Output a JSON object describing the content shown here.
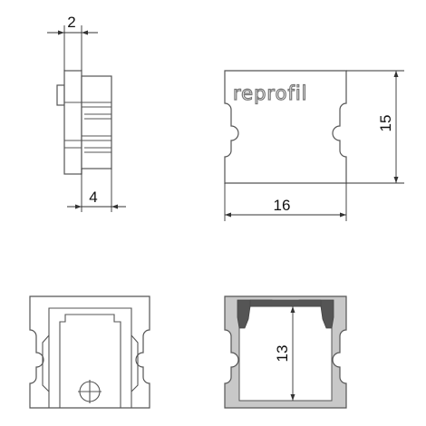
{
  "brand": {
    "logo_text": "reprofil"
  },
  "dimensions": {
    "top_thickness": "2",
    "bottom_thickness": "4",
    "height": "15",
    "width": "16",
    "inner_height": "13"
  },
  "colors": {
    "outline": "#555555",
    "profile_fill": "#c8c8c8",
    "inner_fill": "#ffffff",
    "cover_fill": "#555555",
    "dimension_line": "#333333"
  }
}
